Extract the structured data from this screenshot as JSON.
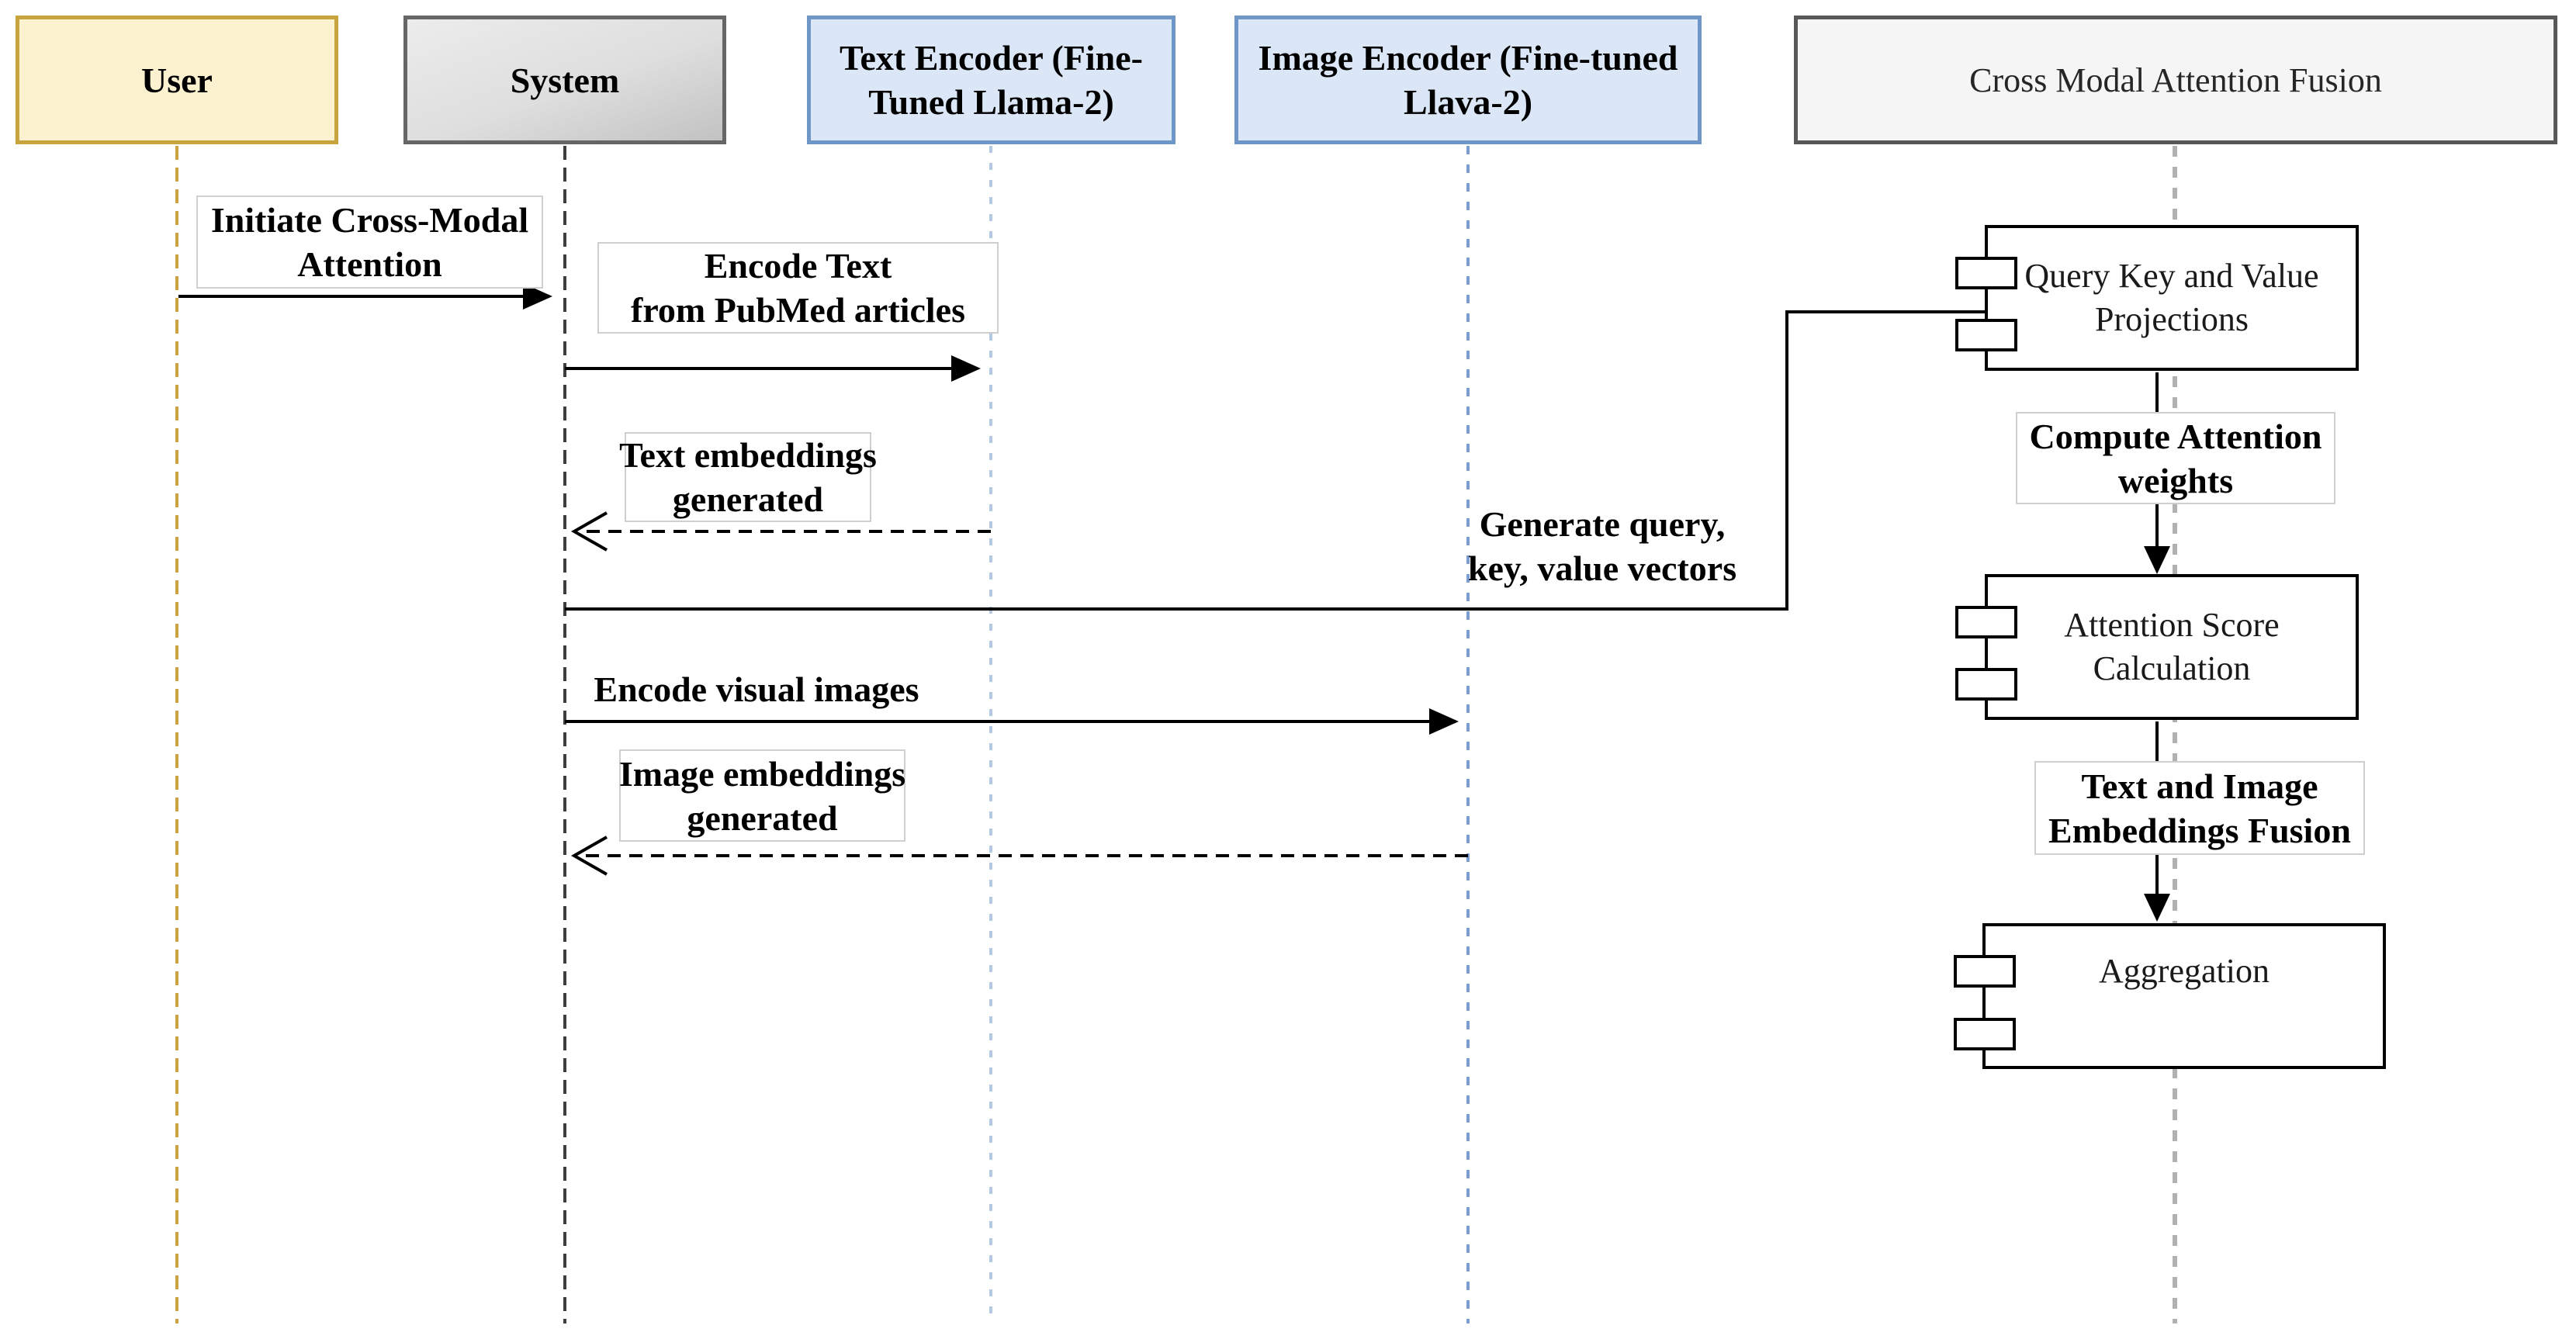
{
  "title": "Cross-Modal Attention Fusion sequence diagram",
  "theme": {
    "colors": {
      "user_fill": "#fcf2cf",
      "user_border": "#c7a43e",
      "system_fill_light": "#ececec",
      "system_fill_dark": "#c2c2c2",
      "system_border": "#666666",
      "encoder_fill": "#dbe7f7",
      "encoder_border": "#6e96c6",
      "fusion_fill": "#f5f5f5",
      "fusion_border": "#585858",
      "lifeline_user": "#c9a440",
      "lifeline_system": "#3e3e3e",
      "lifeline_text_encoder": "#b5c8e2",
      "lifeline_image_encoder": "#7b9ed0",
      "lifeline_fusion": "#b1b1b1",
      "wire": "#000000",
      "label_border": "#cfcfcf",
      "text": "#000000",
      "component_text": "#1a1a1a"
    }
  },
  "participants": [
    {
      "id": "user",
      "lines": [
        "User"
      ]
    },
    {
      "id": "system",
      "lines": [
        "System"
      ]
    },
    {
      "id": "text-encoder",
      "lines": [
        "Text Encoder (Fine-",
        "Tuned Llama-2)"
      ]
    },
    {
      "id": "image-encoder",
      "lines": [
        "Image Encoder (Fine-tuned",
        "Llava-2)"
      ]
    },
    {
      "id": "fusion",
      "lines": [
        "Cross Modal Attention Fusion"
      ]
    }
  ],
  "messages": [
    {
      "id": "initiate",
      "from": "User",
      "to": "System",
      "kind": "sync-arrow",
      "lines": [
        "Initiate Cross-Modal",
        "Attention"
      ]
    },
    {
      "id": "encode-text",
      "from": "System",
      "to": "Text Encoder (Fine-Tuned Llama-2)",
      "kind": "sync-arrow",
      "lines": [
        "Encode Text",
        "from PubMed articles"
      ]
    },
    {
      "id": "text-embeddings",
      "from": "Text Encoder (Fine-Tuned Llama-2)",
      "to": "System",
      "kind": "dashed-return",
      "lines": [
        "Text embeddings",
        "generated"
      ]
    },
    {
      "id": "generate-qkv",
      "from": "System",
      "to": "Cross Modal Attention Fusion",
      "kind": "elbow-connector",
      "lines": [
        "Generate query,",
        "key, value vectors"
      ]
    },
    {
      "id": "encode-images",
      "from": "System",
      "to": "Image Encoder (Fine-tuned Llava-2)",
      "kind": "sync-arrow",
      "lines": [
        "Encode visual images"
      ]
    },
    {
      "id": "image-embeddings",
      "from": "Image Encoder (Fine-tuned Llava-2)",
      "to": "System",
      "kind": "dashed-return",
      "lines": [
        "Image embeddings",
        "generated"
      ]
    }
  ],
  "components": [
    {
      "id": "qkv-projections",
      "lines": [
        "Query Key and Value",
        "Projections"
      ]
    },
    {
      "id": "attention-score",
      "lines": [
        "Attention Score",
        "Calculation"
      ]
    },
    {
      "id": "aggregation",
      "lines": [
        "Aggregation"
      ]
    }
  ],
  "flow_labels": [
    {
      "id": "compute-attention-weights",
      "lines": [
        "Compute Attention",
        "weights"
      ]
    },
    {
      "id": "embeddings-fusion",
      "lines": [
        "Text and Image",
        "Embeddings Fusion"
      ]
    }
  ]
}
